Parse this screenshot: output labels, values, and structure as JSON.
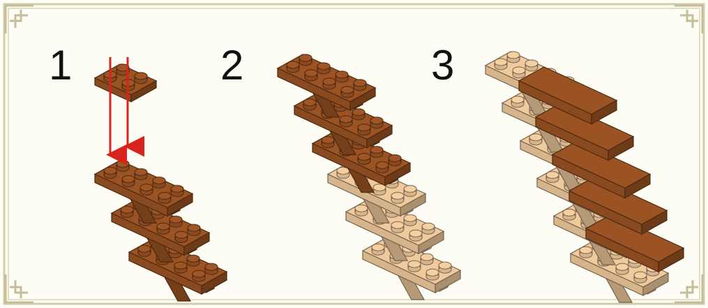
{
  "steps": [
    {
      "label": "1"
    },
    {
      "label": "2"
    },
    {
      "label": "3"
    }
  ],
  "colors": {
    "background": "#fdfdf6",
    "frame": "#c9c3a0",
    "dark_brick": "#8a4a1f",
    "dark_brick_top": "#a85c2a",
    "tan_brick": "#d6b48c",
    "tan_brick_top": "#e6caa6",
    "arrow": "#d8231f"
  }
}
